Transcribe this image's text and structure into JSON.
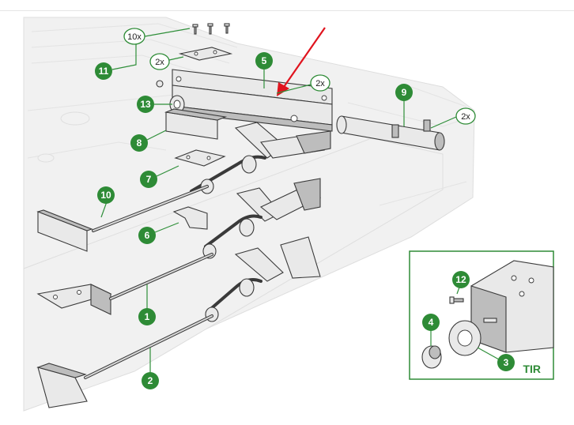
{
  "callouts": [
    {
      "num": "1"
    },
    {
      "num": "2"
    },
    {
      "num": "3"
    },
    {
      "num": "4"
    },
    {
      "num": "5"
    },
    {
      "num": "6"
    },
    {
      "num": "7"
    },
    {
      "num": "8"
    },
    {
      "num": "9"
    },
    {
      "num": "10"
    },
    {
      "num": "11"
    },
    {
      "num": "12"
    },
    {
      "num": "13"
    }
  ],
  "quantities": {
    "q_10x": "10x",
    "q_2x_plate": "2x",
    "q_2x_rail": "2x",
    "q_2x_tube": "2x"
  },
  "detail": {
    "label": "TIR"
  },
  "colors": {
    "accent": "#2e8b36",
    "arrow": "#e0141e",
    "line": "#3a3a3a"
  }
}
